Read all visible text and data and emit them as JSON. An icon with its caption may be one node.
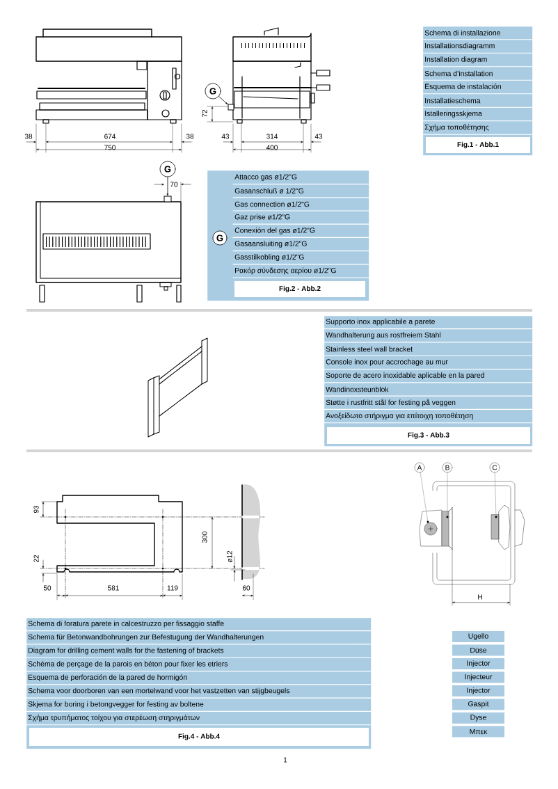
{
  "diagram": {
    "nodes": [
      {
        "text": [
          "G"
        ]
      },
      {
        "text": [],
        "shape": "box"
      },
      {
        "text": [
          "G"
        ]
      },
      {
        "text": [],
        "shape": "box"
      },
      {
        "text": [
          "Schema di installazione",
          "Installationsdiagramm",
          "Installation diagram",
          "Schema d’installation",
          "Esquema de instalación",
          "Installatieschema",
          "Istalleringsskjema",
          "Σχήμα τοποθέτησης"
        ]
      },
      {
        "text": [
          "Fig.1  - Abb.1"
        ],
        "in": 4
      },
      {
        "text": [
          "Attacco gas ø1/2\"G",
          "Gasanschluß ø 1/2\"G",
          "Gas connection ø1/2\"G",
          "Gaz prise ø1/2\"G",
          "Conexión del gas ø1/2\"G",
          "Gasaansluiting ø1/2\"G",
          "Gasstilkobling ø1/2\"G",
          "Ρακόρ σύνδεσης αερίου ø1/2\"G"
        ]
      },
      {
        "text": [
          "G"
        ],
        "in": 6
      },
      {
        "text": [
          "Fig.2  - Abb.2"
        ],
        "in": 6
      },
      {
        "text": [
          "Supporto inox applicabile a parete",
          "Wandhalterung aus rostfreiem Stahl",
          "Stainless steel wall bracket",
          "Console inox pour accrochage au mur",
          "Soporte de acero inoxidable aplicable en la pared",
          "Wandinoxsteunblok",
          "Støtte i rustfritt stål for festing på veggen",
          "Ανοξείδωτο στήριγμα για επίτοιχη τοποθέτηση"
        ]
      },
      {
        "text": [
          "Fig.3 - Abb.3"
        ],
        "in": 9
      },
      {
        "text": [
          "A"
        ]
      },
      {
        "text": [
          "B"
        ]
      },
      {
        "text": [
          "C"
        ]
      },
      {
        "text": [],
        "shape": "circle"
      },
      {
        "text": [],
        "shape": "circle"
      },
      {
        "text": [],
        "shape": "circle"
      },
      {
        "text": [
          "Schema di foratura parete in calcestruzzo per fissaggio staffe",
          "Schema für Betonwandbohrungen zur Befestugung der Wandhalterungen",
          "Diagram for drilling cement walls for the fastening of brackets",
          "Schéma de perçage de la parois en béton pour fixer les etriers",
          "Esquema de perforación de la pared de hormigón",
          "Schema voor doorboren van een mortelwand voor het vastzetten van stijgbeugels",
          "Skjema for boring i betongvegger for festing av boltene",
          "Σχήμα τρυπήματος τοίχου για στερέωση στηριγμάτων"
        ]
      },
      {
        "text": [
          "Fig.4 - Abb.4"
        ],
        "in": 17
      },
      {
        "text": [
          "Ugello",
          "Düse",
          "Injector",
          "Injecteur",
          "Injector",
          "Gaspit",
          "Dyse",
          "Μπεκ"
        ]
      }
    ],
    "edges": [
      {
        "from": 0,
        "to": 1,
        "arrow": "to",
        "color": "#000000"
      },
      {
        "from": 2,
        "to": 3,
        "arrow": "to",
        "color": "#000000"
      },
      {
        "from": 11,
        "to": 14,
        "arrow": "none"
      },
      {
        "from": 12,
        "to": 15,
        "arrow": "none"
      },
      {
        "from": 13,
        "to": 16,
        "arrow": "none"
      }
    ],
    "labels": [
      "38",
      "674",
      "38",
      "750",
      "72",
      "43",
      "314",
      "43",
      "400",
      "70",
      "93",
      "22",
      "300",
      "ø12",
      "50",
      "581",
      "119",
      "60",
      "H",
      "1"
    ]
  }
}
